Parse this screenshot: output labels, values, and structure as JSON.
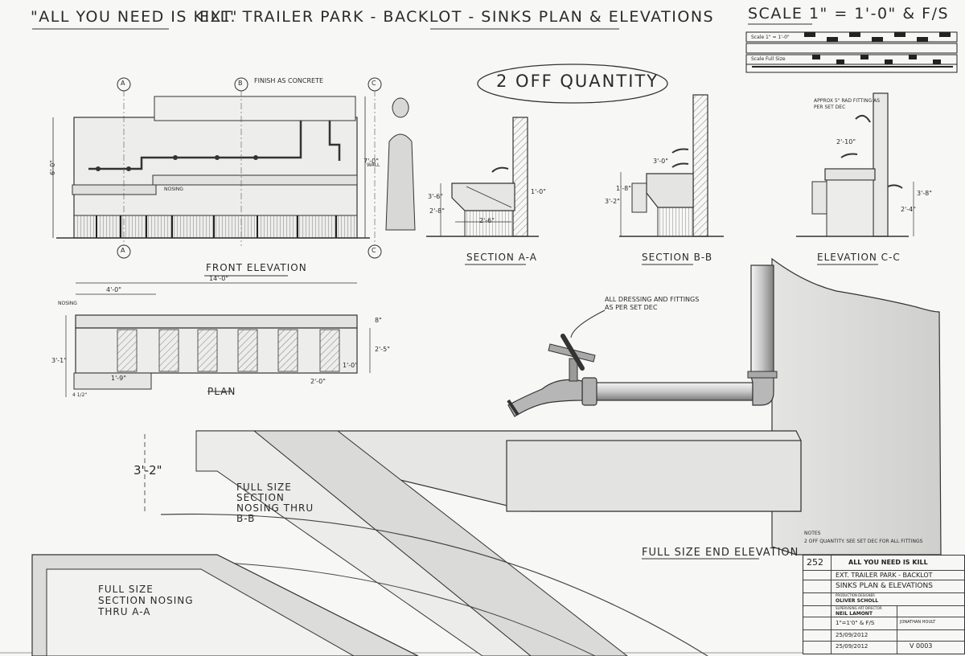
{
  "header": {
    "film_title": "\"ALL YOU NEED IS KILL\"",
    "drawing_title": "EXT. TRAILER PARK - BACKLOT - SINKS PLAN & ELEVATIONS",
    "scale": "SCALE 1\" = 1'-0\" & F/S",
    "quantity": "2 OFF QUANTITY"
  },
  "scale_bars": {
    "label_1": "Scale 1\" = 1'-0\"",
    "label_2": "Scale Full Size"
  },
  "grid_markers": [
    "A",
    "B",
    "C"
  ],
  "views": {
    "front_elevation": "FRONT ELEVATION",
    "plan": "PLAN",
    "section_aa": "SECTION A-A",
    "section_bb": "SECTION B-B",
    "elevation_cc": "ELEVATION C-C",
    "full_size_end": "FULL SIZE END ELEVATION",
    "full_size_bb": "FULL SIZE SECTION NOSING THRU B-B",
    "full_size_aa": "FULL SIZE SECTION NOSING THRU A-A"
  },
  "annotations": {
    "finish": "FINISH AS CONCRETE",
    "dressing": "ALL DRESSING AND FITTINGS AS PER SET DEC",
    "approx_rad": "APPROX 5\" RAD FITTING AS PER SET DEC",
    "notes_title": "NOTES",
    "notes_body": "2 OFF QUANTITY. SEE SET DEC FOR ALL FITTINGS",
    "wall": "WALL",
    "nosing": "NOSING"
  },
  "dimensions": {
    "front_height": "6'-0\"",
    "front_right_height": "7'-0\"",
    "plan_length": "14'-0\"",
    "plan_4ft": "4'-0\"",
    "plan_3_1": "3'-1\"",
    "plan_2_5": "2'-5\"",
    "plan_1_9": "1'-9\"",
    "plan_2_0": "2'-0\"",
    "plan_1_0": "1'-0\"",
    "plan_8": "8\"",
    "plan_4_5": "4 1/2\"",
    "sec_aa_3_6": "3'-6\"",
    "sec_aa_2_8": "2'-8\"",
    "sec_aa_2_6": "2'-6\"",
    "sec_aa_1_0": "1'-0\"",
    "sec_bb_3_2": "3'-2\"",
    "sec_bb_1_8": "1'-8\"",
    "sec_bb_3_0": "3'-0\"",
    "cc_3_8": "3'-8\"",
    "cc_2_4": "2'-4\"",
    "cc_2_10": "2'-10\"",
    "full_3_2": "3'-2\""
  },
  "title_block": {
    "sheet_no": "252",
    "production": "ALL YOU NEED IS KILL",
    "set": "EXT. TRAILER PARK - BACKLOT",
    "subject": "SINKS PLAN & ELEVATIONS",
    "designer_role": "PRODUCTION DESIGNER",
    "designer": "OLIVER SCHOLL",
    "art_director_role": "SUPERVISING ART DIRECTOR",
    "art_director": "NEIL LAMONT",
    "scale": "1\"=1'0\" & F/S",
    "date_drawn": "25/09/2012",
    "date_issued": "25/09/2012",
    "drawn_by": "JONATHAN HOULT",
    "drawing_no": "V 0003"
  }
}
